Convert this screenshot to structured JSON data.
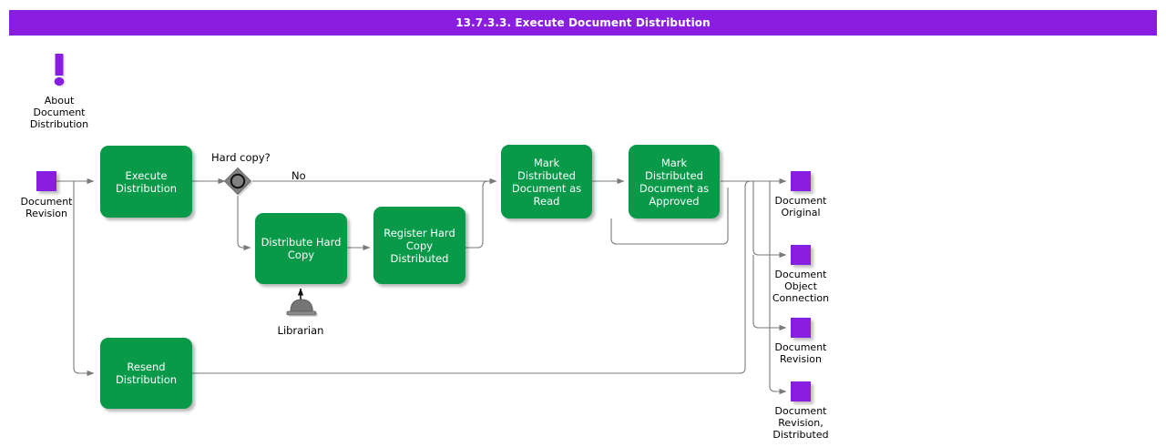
{
  "header": {
    "title": "13.7.3.3. Execute Document Distribution",
    "background": "#8A1EE0",
    "text_color": "#ffffff"
  },
  "colors": {
    "task_green": "#089949",
    "data_purple": "#8A1EE0",
    "gateway_gray": "#808080",
    "edge_gray": "#6E6E6E",
    "role_gray": "#6E6E6E"
  },
  "annotation": {
    "icon": "exclamation-icon",
    "label": "About\nDocument\nDistribution"
  },
  "tasks": [
    {
      "id": "execute-distribution",
      "label": "Execute\nDistribution"
    },
    {
      "id": "distribute-hard-copy",
      "label": "Distribute Hard\nCopy"
    },
    {
      "id": "register-hard-copy",
      "label": "Register Hard\nCopy Distributed"
    },
    {
      "id": "mark-read",
      "label": "Mark Distributed\nDocument as\nRead"
    },
    {
      "id": "mark-approved",
      "label": "Mark Distributed\nDocument as\nApproved"
    },
    {
      "id": "resend-distribution",
      "label": "Resend\nDistribution"
    }
  ],
  "gateway": {
    "id": "hard-copy-gateway",
    "label": "Hard copy?",
    "type": "event-based-gateway"
  },
  "edge_labels": [
    {
      "id": "no-branch",
      "label": "No"
    }
  ],
  "role": {
    "id": "librarian",
    "label": "Librarian",
    "icon": "role-icon"
  },
  "data_objects": {
    "input": [
      {
        "id": "document-revision-input",
        "label": "Document\nRevision"
      }
    ],
    "outputs": [
      {
        "id": "document-original",
        "label": "Document\nOriginal"
      },
      {
        "id": "document-object-connection",
        "label": "Document\nObject\nConnection"
      },
      {
        "id": "document-revision-out",
        "label": "Document\nRevision"
      },
      {
        "id": "document-revision-distributed",
        "label": "Document\nRevision,\nDistributed"
      }
    ]
  }
}
